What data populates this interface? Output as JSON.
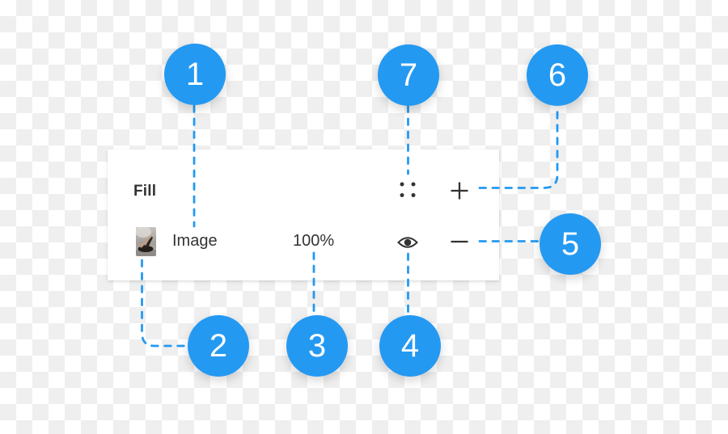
{
  "accent_color": "#2499f2",
  "text_color": "#333333",
  "background": {
    "checker_light": "#ffffff",
    "checker_dark": "#efefef"
  },
  "panel": {
    "title": "Fill",
    "fill_row": {
      "type_label": "Image",
      "opacity_value": "100%",
      "thumbnail": "image-fill-thumbnail"
    },
    "icons": {
      "styles_icon": "four-dots",
      "add_icon": "plus",
      "visibility_icon": "eye",
      "remove_icon": "minus"
    }
  },
  "callouts": [
    {
      "label": "1"
    },
    {
      "label": "2"
    },
    {
      "label": "3"
    },
    {
      "label": "4"
    },
    {
      "label": "5"
    },
    {
      "label": "6"
    },
    {
      "label": "7"
    }
  ]
}
